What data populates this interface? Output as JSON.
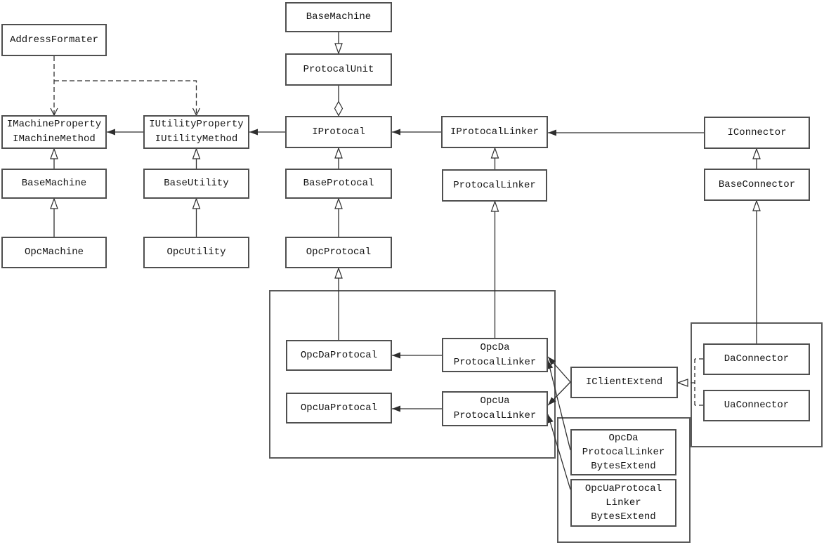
{
  "diagram": {
    "kind": "uml-class-diagram",
    "colors": {
      "line": "#2e2e2e",
      "box_border": "#4f4f4f",
      "group_border": "#5a5a5a",
      "background": "#ffffff",
      "text": "#141414"
    }
  },
  "nodes": {
    "addressFormater": "AddressFormater",
    "baseMachineTop": "BaseMachine",
    "protocalUnit": "ProtocalUnit",
    "iMachineProperty": "IMachineProperty\nIMachineMethod",
    "iUtilityProperty": "IUtilityProperty\nIUtilityMethod",
    "iProtocal": "IProtocal",
    "iProtocalLinker": "IProtocalLinker",
    "iConnector": "IConnector",
    "baseMachine": "BaseMachine",
    "baseUtility": "BaseUtility",
    "baseProtocal": "BaseProtocal",
    "protocalLinker": "ProtocalLinker",
    "baseConnector": "BaseConnector",
    "opcMachine": "OpcMachine",
    "opcUtility": "OpcUtility",
    "opcProtocal": "OpcProtocal",
    "opcDaProtocal": "OpcDaProtocal",
    "opcDaProtocalLinker": "OpcDa\nProtocalLinker",
    "opcUaProtocal": "OpcUaProtocal",
    "opcUaProtocalLinker": "OpcUa\nProtocalLinker",
    "iClientExtend": "IClientExtend",
    "daConnector": "DaConnector",
    "uaConnector": "UaConnector",
    "opcDaProtocalLinkerBytesExtend": "OpcDa\nProtocalLinker\nBytesExtend",
    "opcUaProtocalLinkerBytesExtend": "OpcUaProtocal\nLinker\nBytesExtend"
  },
  "edges": [
    {
      "from": "OpcMachine",
      "to": "BaseMachine",
      "type": "generalization"
    },
    {
      "from": "BaseMachine",
      "to": "IMachineProperty/IMachineMethod",
      "type": "generalization"
    },
    {
      "from": "OpcUtility",
      "to": "BaseUtility",
      "type": "generalization"
    },
    {
      "from": "BaseUtility",
      "to": "IUtilityProperty/IUtilityMethod",
      "type": "generalization"
    },
    {
      "from": "BaseProtocal",
      "to": "IProtocal",
      "type": "generalization"
    },
    {
      "from": "OpcProtocal",
      "to": "BaseProtocal",
      "type": "generalization"
    },
    {
      "from": "OpcDaProtocal",
      "to": "OpcProtocal",
      "type": "generalization"
    },
    {
      "from": "ProtocalLinker",
      "to": "IProtocalLinker",
      "type": "generalization"
    },
    {
      "from": "OpcDaProtocalLinker",
      "to": "ProtocalLinker",
      "type": "generalization"
    },
    {
      "from": "BaseConnector",
      "to": "IConnector",
      "type": "generalization"
    },
    {
      "from": "DaConnector",
      "to": "BaseConnector",
      "type": "generalization"
    },
    {
      "from": "BaseMachine(top)",
      "to": "ProtocalUnit",
      "type": "generalization",
      "note": "triangle points down at ProtocalUnit"
    },
    {
      "from": "ProtocalUnit",
      "to": "IProtocal",
      "type": "aggregation"
    },
    {
      "from": "IUtilityProperty/IUtilityMethod",
      "to": "IMachineProperty/IMachineMethod",
      "type": "association"
    },
    {
      "from": "IProtocal",
      "to": "IUtilityProperty/IUtilityMethod",
      "type": "association"
    },
    {
      "from": "IProtocalLinker",
      "to": "IProtocal",
      "type": "association"
    },
    {
      "from": "IConnector",
      "to": "IProtocalLinker",
      "type": "association"
    },
    {
      "from": "OpcDaProtocalLinker",
      "to": "OpcDaProtocal",
      "type": "association"
    },
    {
      "from": "OpcUaProtocalLinker",
      "to": "OpcUaProtocal",
      "type": "association"
    },
    {
      "from": "IClientExtend",
      "to": "OpcDaProtocalLinker",
      "type": "association"
    },
    {
      "from": "IClientExtend",
      "to": "OpcUaProtocalLinker",
      "type": "association"
    },
    {
      "from": "OpcDaProtocalLinkerBytesExtend",
      "to": "OpcDaProtocalLinker",
      "type": "association"
    },
    {
      "from": "OpcUaProtocalLinkerBytesExtend",
      "to": "OpcUaProtocalLinker",
      "type": "association"
    },
    {
      "from": "AddressFormater",
      "to": "IMachineProperty/IMachineMethod",
      "type": "dependency"
    },
    {
      "from": "AddressFormater",
      "to": "IUtilityProperty/IUtilityMethod",
      "type": "dependency"
    },
    {
      "from": "DaConnector",
      "to": "IClientExtend",
      "type": "realization"
    },
    {
      "from": "UaConnector",
      "to": "IClientExtend",
      "type": "realization"
    }
  ]
}
